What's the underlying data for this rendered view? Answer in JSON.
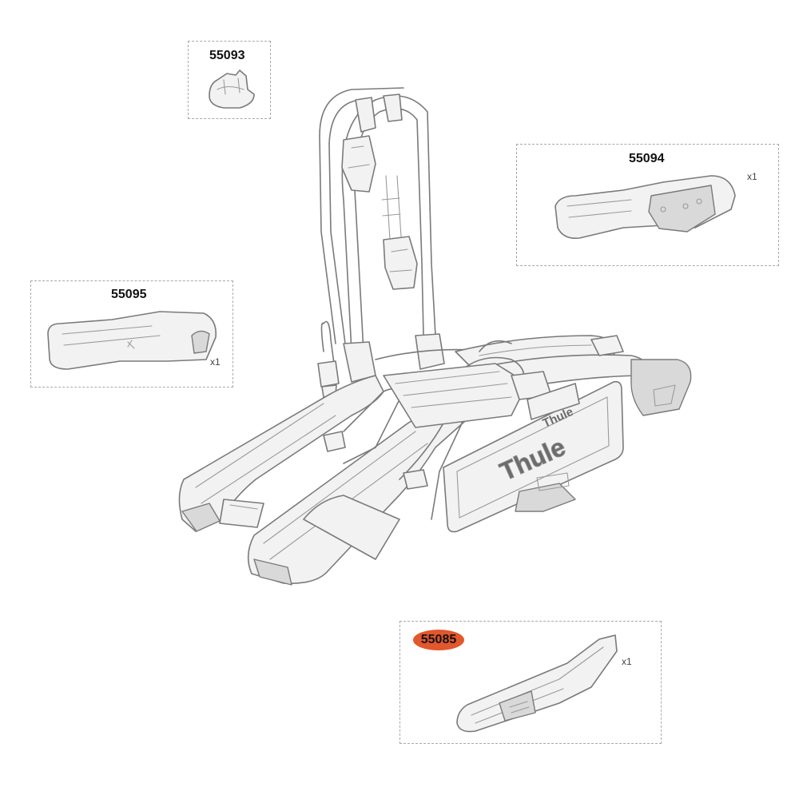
{
  "parts": [
    {
      "id": "p55093",
      "number": "55093",
      "qty": "",
      "highlighted": false
    },
    {
      "id": "p55094",
      "number": "55094",
      "qty": "x1",
      "highlighted": false
    },
    {
      "id": "p55095",
      "number": "55095",
      "qty": "x1",
      "highlighted": false
    },
    {
      "id": "p55085",
      "number": "55085",
      "qty": "x1",
      "highlighted": true
    }
  ],
  "brand": {
    "small": "Thule",
    "large": "Thule"
  },
  "colors": {
    "highlight": "#e2572b",
    "line": "#7a7a7a",
    "box_border": "#a8a8a8"
  }
}
